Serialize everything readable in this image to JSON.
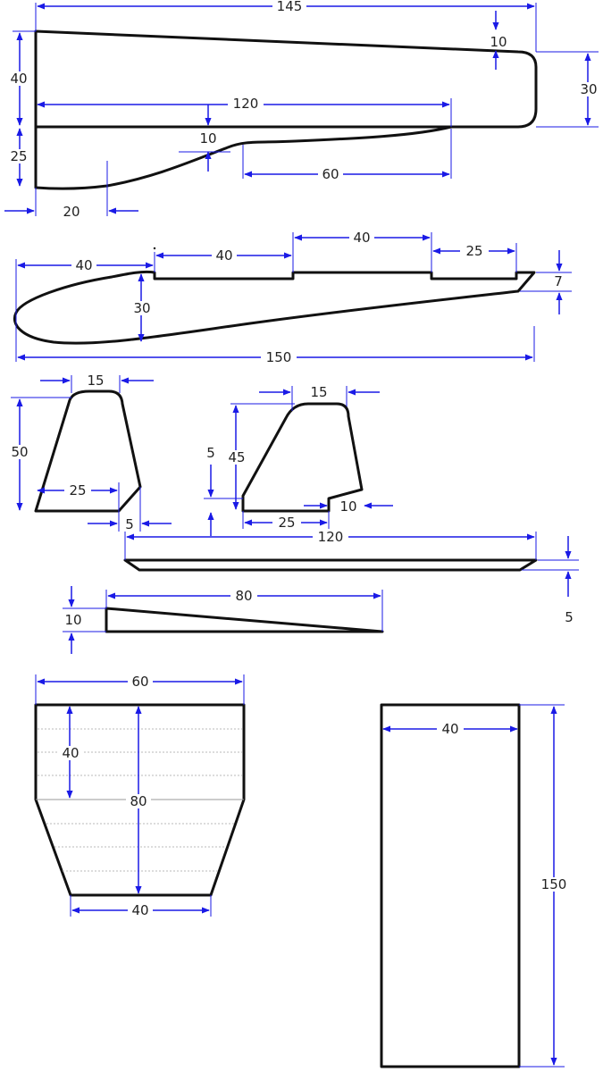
{
  "palette": {
    "outline": "#111111",
    "dimension": "#1a1ae6",
    "text": "#222222"
  },
  "labels": {
    "wing_length": "145",
    "wing_tip_step": "10",
    "wing_root_height": "40",
    "wing_tip_height": "30",
    "wing_inner_length": "120",
    "wing_gap": "10",
    "wing_lower_depth": "25",
    "wing_curve_run": "60",
    "wing_front_offset": "20",
    "fuselage_nose_length": "40",
    "fuselage_slot_1": "40",
    "fuselage_slot_2": "40",
    "fuselage_slot_3": "25",
    "fuselage_tail_height": "7",
    "fuselage_height": "30",
    "fuselage_length": "150",
    "fin_a_top": "15",
    "fin_a_height": "50",
    "fin_a_base": "25",
    "fin_a_offset": "5",
    "fin_b_top": "15",
    "fin_b_height": "45",
    "fin_b_step": "5",
    "fin_b_base": "25",
    "fin_b_notch": "10",
    "strip_length": "120",
    "strip_thickness": "5",
    "wedge_length": "80",
    "wedge_height": "10",
    "plate_top": "60",
    "plate_rect_height": "40",
    "plate_total_height": "80",
    "plate_bottom": "40",
    "board_width": "40",
    "board_height": "150"
  }
}
